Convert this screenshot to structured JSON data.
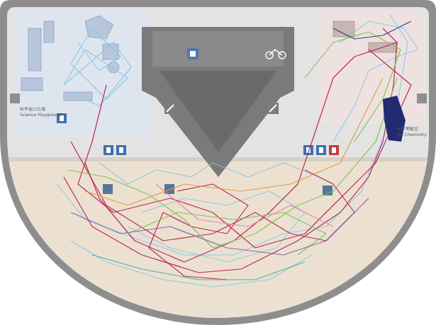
{
  "diagram": {
    "labels": [
      "科学遊び広場",
      "Science Playground",
      "化学実験室",
      "The Chemistry"
    ]
  }
}
